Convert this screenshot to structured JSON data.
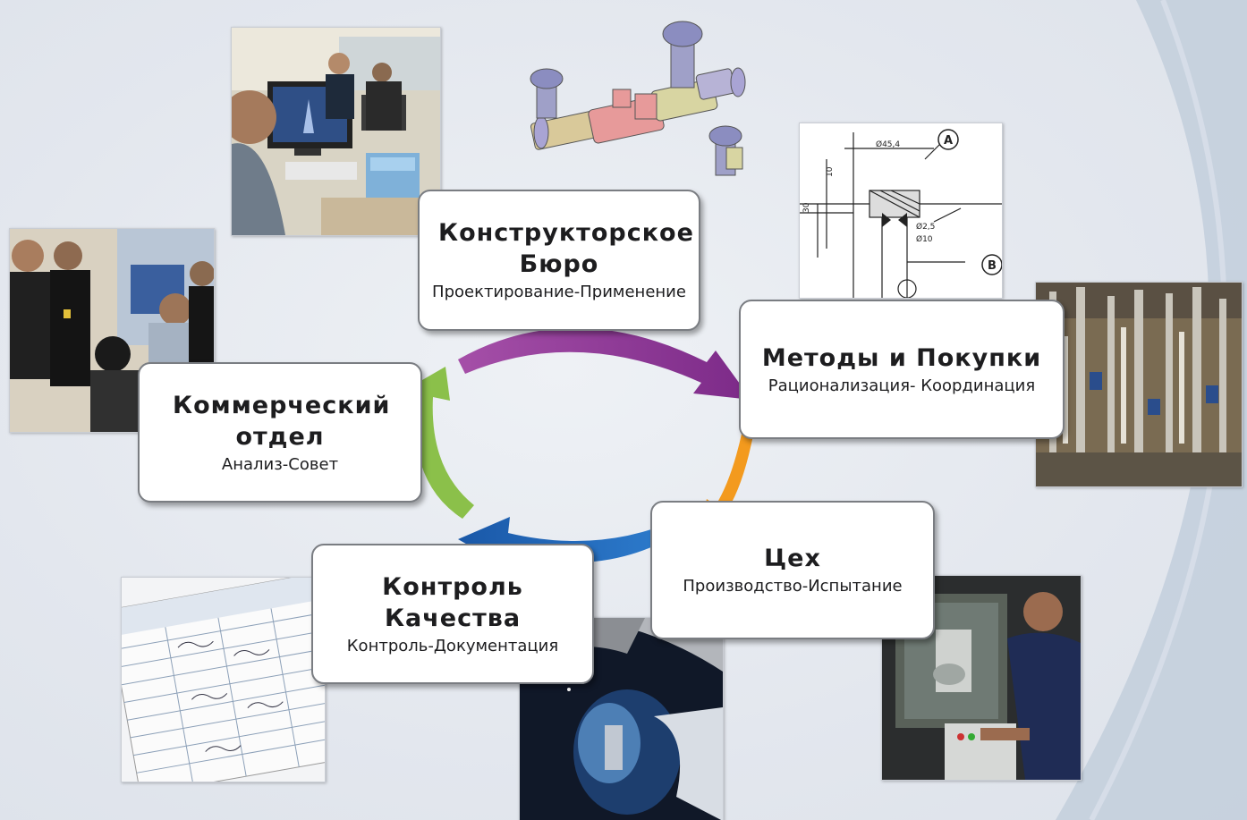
{
  "boxes": {
    "design": {
      "title": "Конструкторское Бюро",
      "subtitle": "Проектирование-Применение"
    },
    "methods": {
      "title": "Методы и Покупки",
      "subtitle": "Рационализация- Координация"
    },
    "workshop": {
      "title": "Цех",
      "subtitle": "Производство-Испытание"
    },
    "quality": {
      "title": "Контроль Качества",
      "subtitle": "Контроль-Документация"
    },
    "commercial": {
      "title": "Коммерческий отдел",
      "subtitle": "Анализ-Совет"
    }
  },
  "drawing_labels": {
    "a": "A",
    "b": "B",
    "dim1": "Ø45,4",
    "dim2": "Ø2,5",
    "dim3": "Ø10",
    "dim4": "10",
    "dim5": "30"
  },
  "arrow_colors": {
    "design_to_methods": "#8e2f91",
    "methods_to_workshop": "#f39a1e",
    "workshop_to_quality": "#1f64b4",
    "quality_to_commercial": "#8bc04a"
  },
  "icons": [
    "office-photo",
    "valve-3d-model",
    "technical-drawing",
    "factory-photo",
    "machine-operator-photo",
    "welder-photo",
    "quality-document-photo",
    "meeting-photo"
  ]
}
